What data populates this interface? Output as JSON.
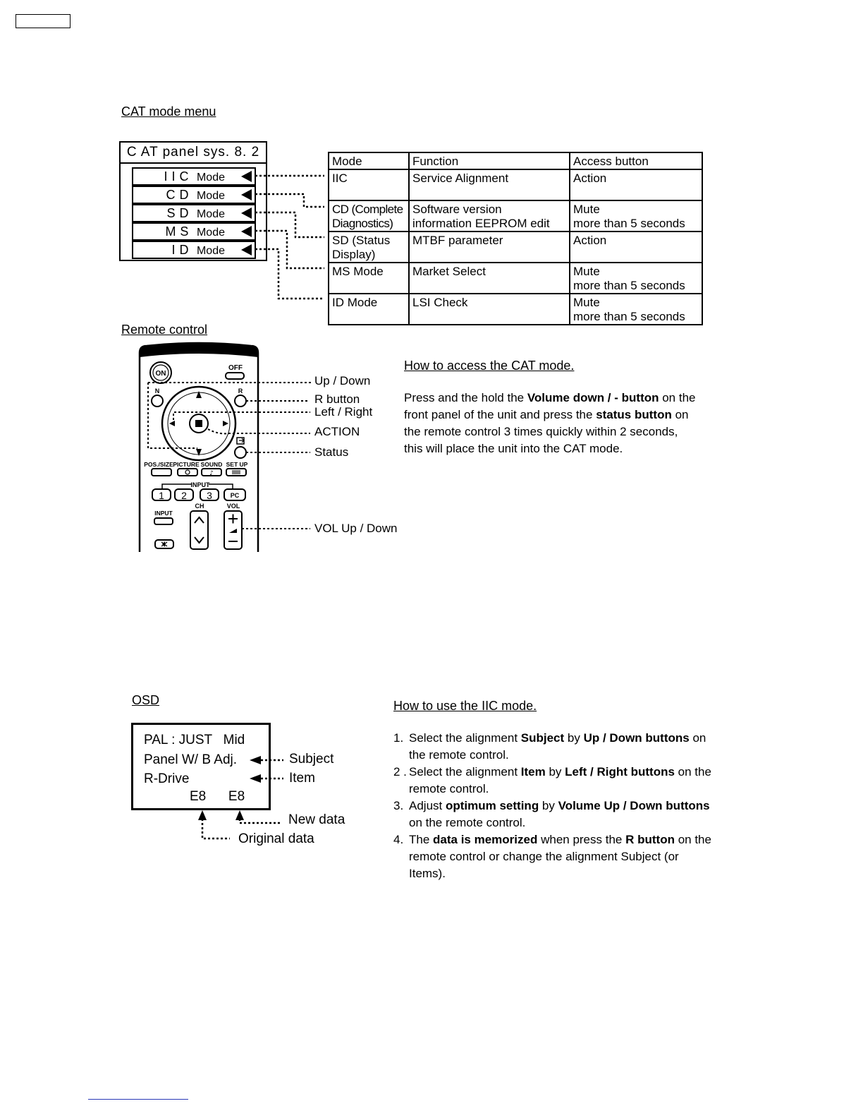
{
  "cat_menu": {
    "section_title": "CAT mode menu",
    "panel_title": "C AT  panel sys. 8. 2",
    "modes": [
      {
        "abbr": "I I C",
        "label": "Mode"
      },
      {
        "abbr": "C D",
        "label": "Mode"
      },
      {
        "abbr": "S D",
        "label": "Mode"
      },
      {
        "abbr": "M S",
        "label": "Mode"
      },
      {
        "abbr": "I D",
        "label": "Mode"
      }
    ]
  },
  "mode_table": {
    "headers": [
      "Mode",
      "Function",
      "Access button"
    ],
    "rows": [
      {
        "mode": [
          "IIC"
        ],
        "function": [
          "Service Alignment"
        ],
        "access": [
          "Action"
        ]
      },
      {
        "mode": [
          "CD (Complete",
          "Diagnostics)"
        ],
        "function": [
          "Software version",
          "information EEPROM edit"
        ],
        "access": [
          "Mute",
          "more than 5 seconds"
        ]
      },
      {
        "mode": [
          "SD (Status",
          "Display)"
        ],
        "function": [
          "MTBF parameter"
        ],
        "access": [
          "Action"
        ]
      },
      {
        "mode": [
          "MS Mode"
        ],
        "function": [
          "Market Select"
        ],
        "access": [
          "Mute",
          "more than 5 seconds"
        ]
      },
      {
        "mode": [
          "ID Mode"
        ],
        "function": [
          "LSI Check"
        ],
        "access": [
          "Mute",
          "more than 5 seconds"
        ]
      }
    ]
  },
  "remote": {
    "section_title": "Remote control",
    "buttons": {
      "on": "ON",
      "off": "OFF",
      "n": "N",
      "r": "R",
      "pos_size": "POS./SIZE",
      "picture": "PICTURE",
      "sound": "SOUND",
      "setup": "SET UP",
      "input_group": "INPUT",
      "in1": "1",
      "in2": "2",
      "in3": "3",
      "pc": "PC",
      "input": "INPUT",
      "ch": "CH",
      "vol": "VOL"
    },
    "labels": {
      "up_down": "Up / Down",
      "r_button": "R button",
      "left_right": "Left / Right",
      "action": "ACTION",
      "status": "Status",
      "vol_up_down": "VOL Up / Down"
    }
  },
  "access": {
    "title": "How to access the CAT mode.",
    "p1": "Press and the hold the ",
    "b1": "Volume down / - button",
    "p2": " on the",
    "p3": "front panel of the unit and press the ",
    "b2": "status button",
    "p4": " on",
    "p5": "the remote control 3 times quickly within 2 seconds,",
    "p6": "this will place the unit into the CAT mode."
  },
  "osd": {
    "section_title": "OSD",
    "line1": "PAL : JUST   Mid",
    "line2": "Panel W/ B Adj.",
    "line3": "R-Drive",
    "line4": "E8      E8",
    "label_subject": "Subject",
    "label_item": "Item",
    "label_new": "New data",
    "label_original": "Original data"
  },
  "iic": {
    "title": "How to use the IIC mode.",
    "steps": [
      {
        "num": "1.",
        "parts": [
          {
            "t": "Select the alignment ",
            "b": false
          },
          {
            "t": "Subject",
            "b": true
          },
          {
            "t": " by ",
            "b": false
          },
          {
            "t": "Up / Down buttons",
            "b": true
          },
          {
            "t": " on the remote control.",
            "b": false
          }
        ]
      },
      {
        "num": "2 .",
        "parts": [
          {
            "t": "Select the alignment ",
            "b": false
          },
          {
            "t": "Item",
            "b": true
          },
          {
            "t": " by ",
            "b": false
          },
          {
            "t": "Left / Right buttons",
            "b": true
          },
          {
            "t": " on the remote control.",
            "b": false
          }
        ]
      },
      {
        "num": "3.",
        "parts": [
          {
            "t": "Adjust ",
            "b": false
          },
          {
            "t": "optimum setting",
            "b": true
          },
          {
            "t": " by ",
            "b": false
          },
          {
            "t": "Volume Up / Down buttons",
            "b": true
          },
          {
            "t": " on the remote control.",
            "b": false
          }
        ]
      },
      {
        "num": "4.",
        "parts": [
          {
            "t": "The ",
            "b": false
          },
          {
            "t": "data is memorized",
            "b": true
          },
          {
            "t": " when press the ",
            "b": false
          },
          {
            "t": "R button",
            "b": true
          },
          {
            "t": " on the remote control or change the alignment Subject (or Items).",
            "b": false
          }
        ]
      }
    ]
  }
}
